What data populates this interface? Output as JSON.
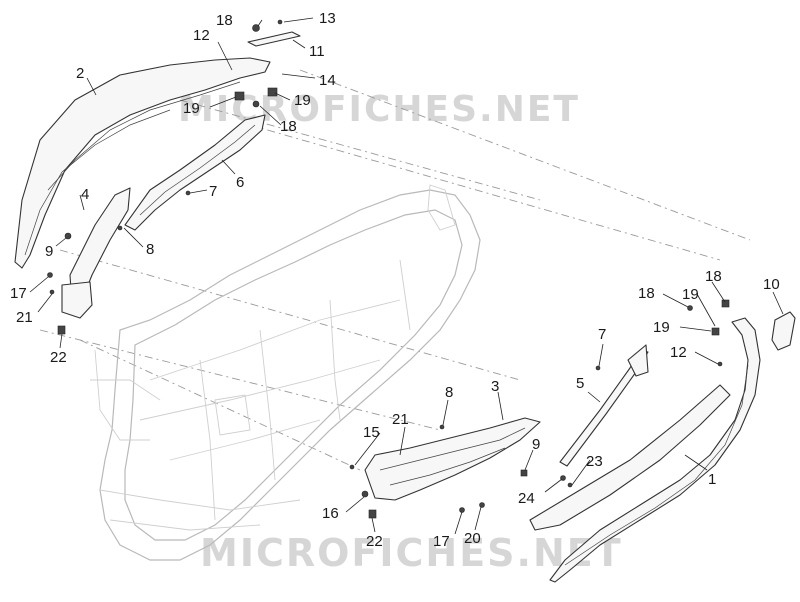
{
  "watermark": "MICROFICHES.NET",
  "callouts": [
    {
      "key": "n1",
      "text": "1"
    },
    {
      "key": "n2",
      "text": "2"
    },
    {
      "key": "n3",
      "text": "3"
    },
    {
      "key": "n4",
      "text": "4"
    },
    {
      "key": "n5",
      "text": "5"
    },
    {
      "key": "n6",
      "text": "6"
    },
    {
      "key": "n7a",
      "text": "7"
    },
    {
      "key": "n7b",
      "text": "7"
    },
    {
      "key": "n8a",
      "text": "8"
    },
    {
      "key": "n8b",
      "text": "8"
    },
    {
      "key": "n9a",
      "text": "9"
    },
    {
      "key": "n9b",
      "text": "9"
    },
    {
      "key": "n10",
      "text": "10"
    },
    {
      "key": "n11",
      "text": "11"
    },
    {
      "key": "n12a",
      "text": "12"
    },
    {
      "key": "n12b",
      "text": "12"
    },
    {
      "key": "n13",
      "text": "13"
    },
    {
      "key": "n14",
      "text": "14"
    },
    {
      "key": "n15",
      "text": "15"
    },
    {
      "key": "n16",
      "text": "16"
    },
    {
      "key": "n17a",
      "text": "17"
    },
    {
      "key": "n17b",
      "text": "17"
    },
    {
      "key": "n18a",
      "text": "18"
    },
    {
      "key": "n18b",
      "text": "18"
    },
    {
      "key": "n18c",
      "text": "18"
    },
    {
      "key": "n18d",
      "text": "18"
    },
    {
      "key": "n19a",
      "text": "19"
    },
    {
      "key": "n19b",
      "text": "19"
    },
    {
      "key": "n19c",
      "text": "19"
    },
    {
      "key": "n19d",
      "text": "19"
    },
    {
      "key": "n20",
      "text": "20"
    },
    {
      "key": "n21a",
      "text": "21"
    },
    {
      "key": "n21b",
      "text": "21"
    },
    {
      "key": "n22a",
      "text": "22"
    },
    {
      "key": "n22b",
      "text": "22"
    },
    {
      "key": "n23",
      "text": "23"
    },
    {
      "key": "n24",
      "text": "24"
    }
  ]
}
